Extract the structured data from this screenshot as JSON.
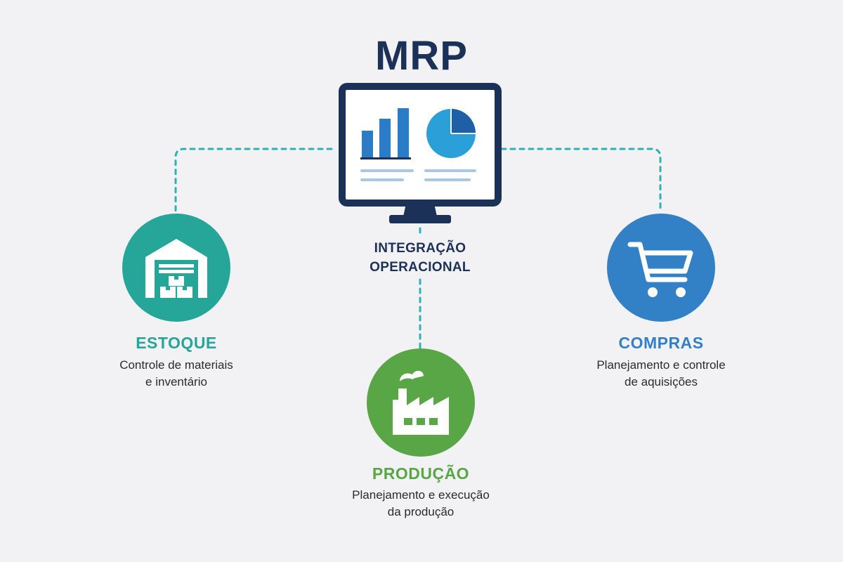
{
  "title": "MRP",
  "center_label": {
    "line1": "INTEGRAÇÃO",
    "line2": "OPERACIONAL"
  },
  "modules": [
    {
      "key": "estoque",
      "title": "ESTOQUE",
      "desc_line1": "Controle de materiais",
      "desc_line2": "e inventário",
      "color": "#26a699",
      "icon": "warehouse-icon"
    },
    {
      "key": "producao",
      "title": "PRODUÇÃO",
      "desc_line1": "Planejamento e execução",
      "desc_line2": "da produção",
      "color": "#59a646",
      "icon": "factory-icon"
    },
    {
      "key": "compras",
      "title": "COMPRAS",
      "desc_line1": "Planejamento e controle",
      "desc_line2": "de aquisições",
      "color": "#3281c6",
      "icon": "shopping-cart-icon"
    }
  ],
  "colors": {
    "navy": "#1b3157",
    "connector": "#2db3b3",
    "chart_blue": "#2a7cc7",
    "chart_light": "#a9c8e6"
  }
}
